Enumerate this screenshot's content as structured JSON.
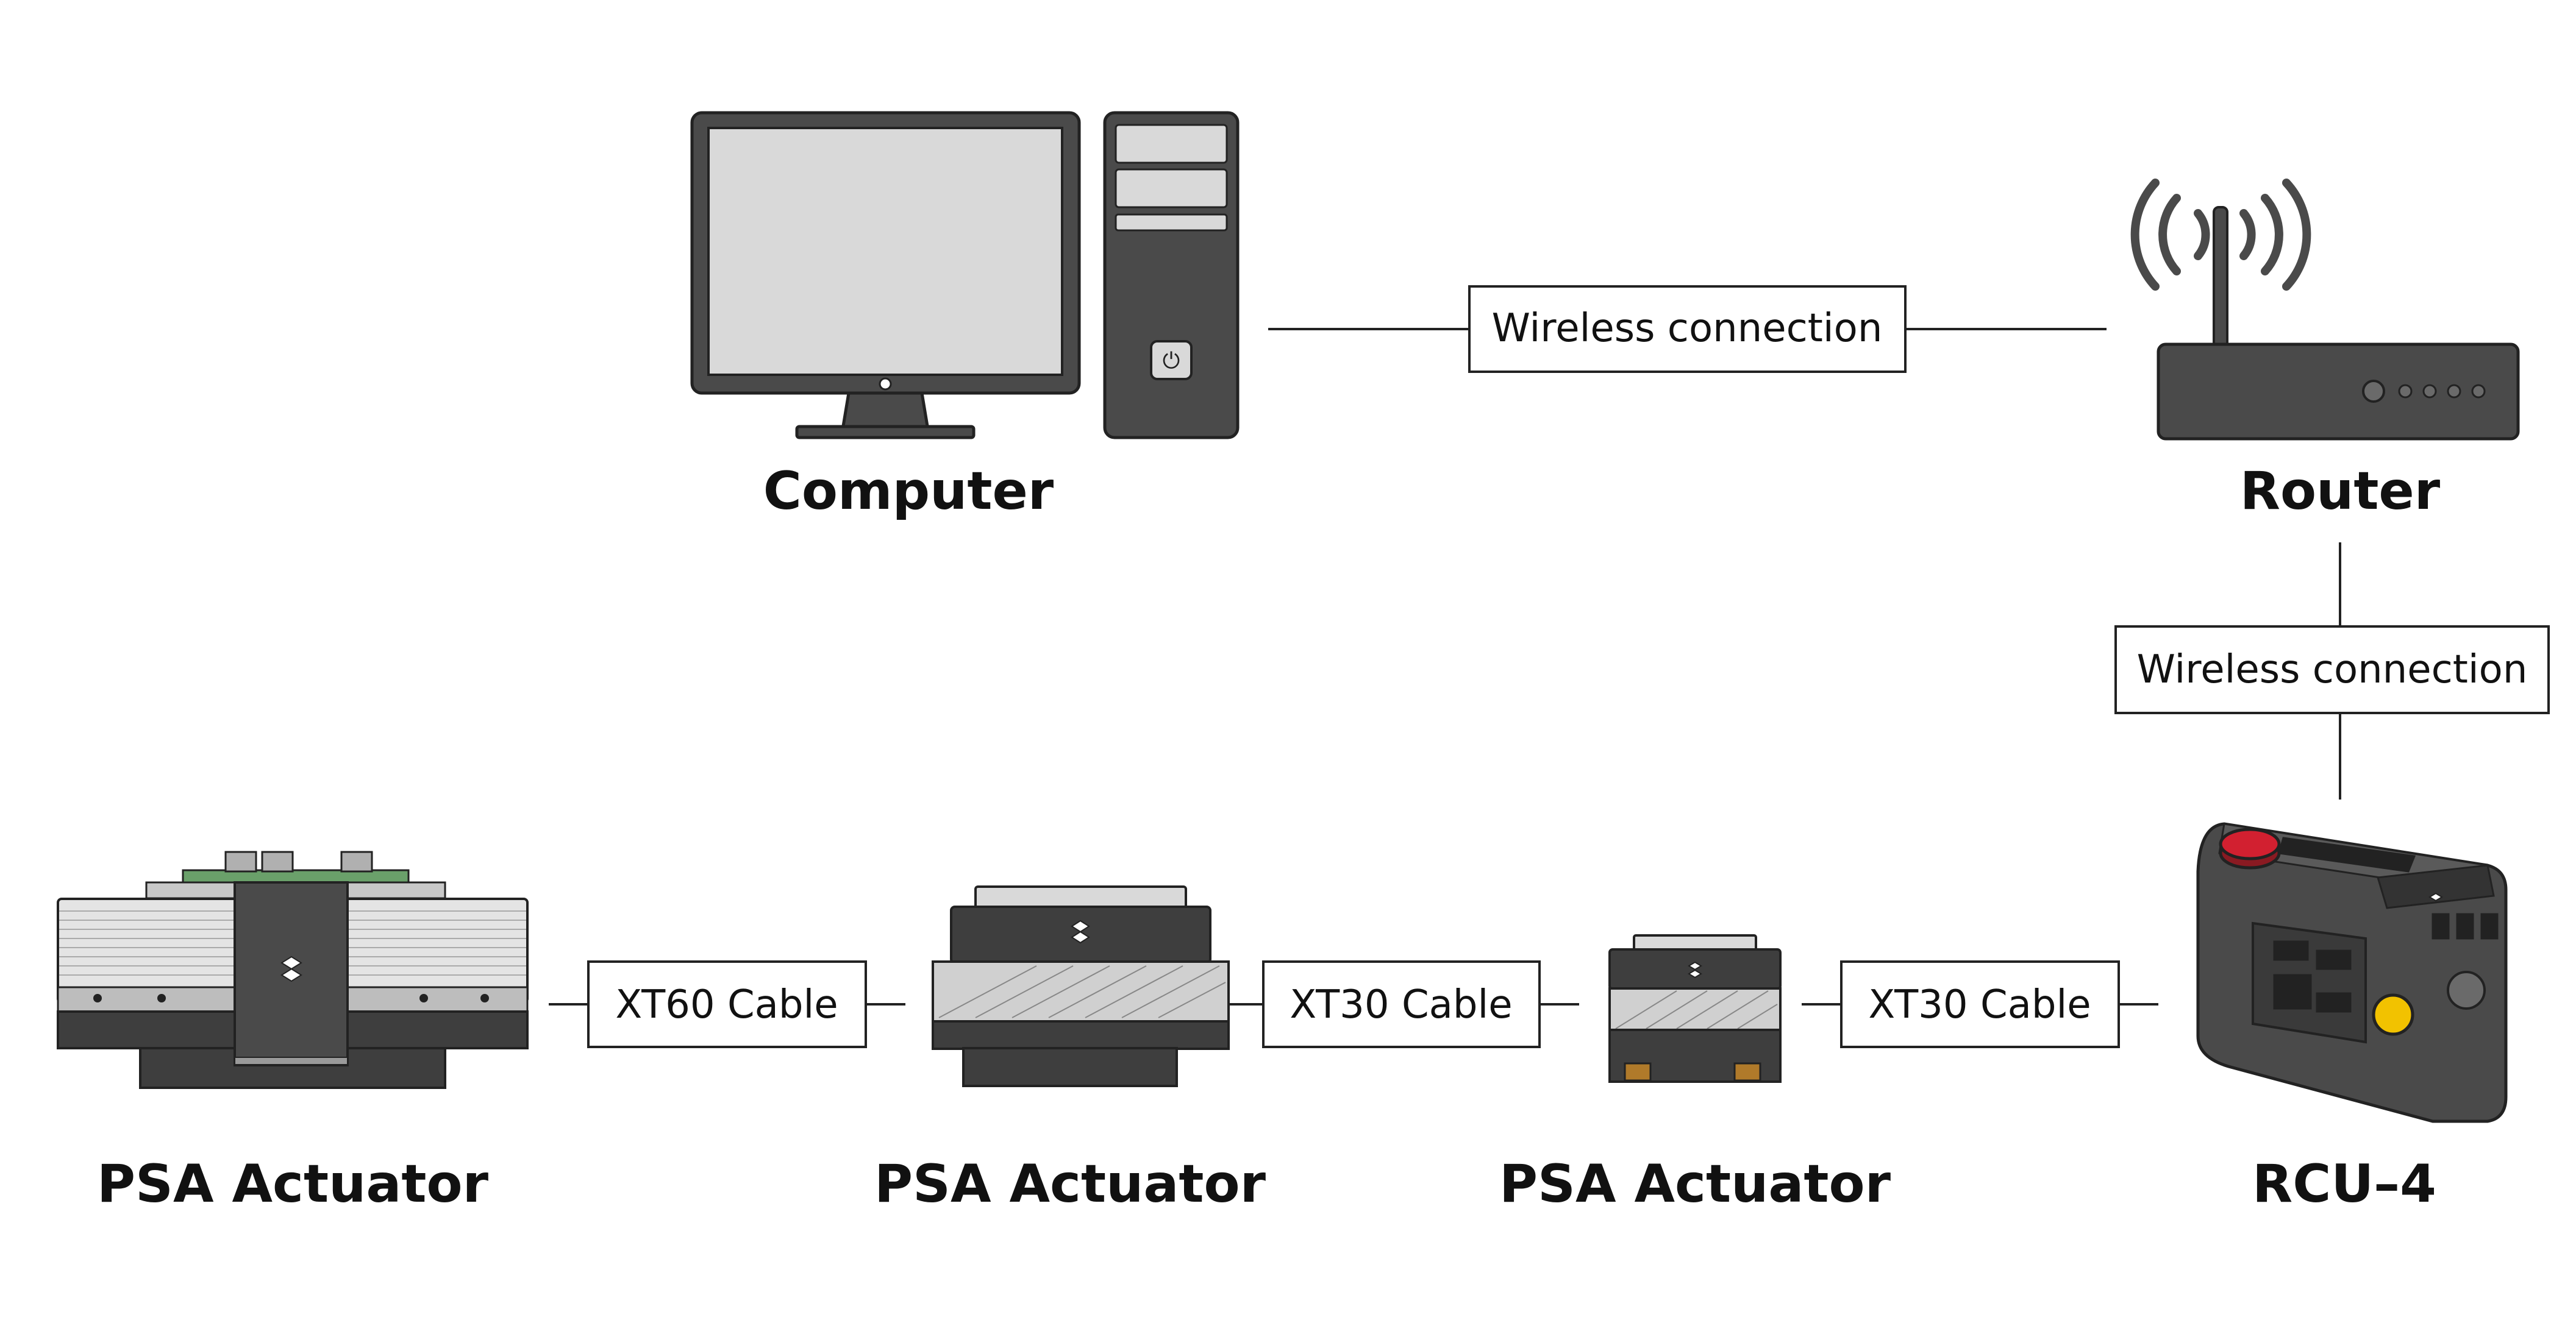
{
  "devices": {
    "computer": {
      "label": "Computer"
    },
    "router": {
      "label": "Router"
    },
    "rcu": {
      "label": "RCU–4"
    },
    "actuator_large": {
      "label": "PSA Actuator"
    },
    "actuator_medium": {
      "label": "PSA Actuator"
    },
    "actuator_small": {
      "label": "PSA Actuator"
    }
  },
  "connections": {
    "computer_router": {
      "label": "Wireless connection"
    },
    "router_rcu": {
      "label": "Wireless connection"
    },
    "actuator_large_medium": {
      "label": "XT60 Cable"
    },
    "actuator_medium_small": {
      "label": "XT30 Cable"
    },
    "actuator_small_rcu": {
      "label": "XT30 Cable"
    }
  },
  "colors": {
    "device_dark": "#4a4a4a",
    "device_light": "#d9d9d9",
    "emergency_stop": "#d22030",
    "rcu_button": "#f2c200",
    "connector": "#b07a2a"
  }
}
